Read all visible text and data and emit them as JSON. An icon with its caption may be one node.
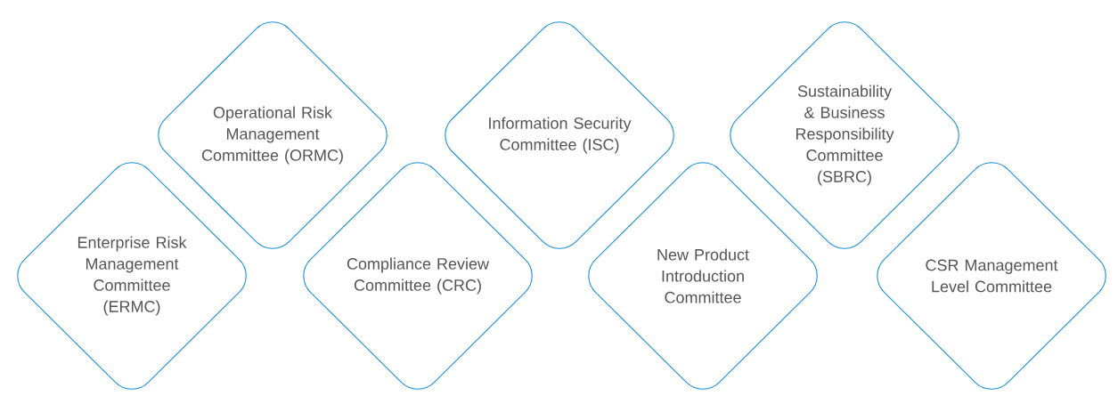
{
  "diagram": {
    "nodes": [
      {
        "text": [
          "Enterprise Risk Management Committee (ERMC)"
        ]
      },
      {
        "text": [
          "Operational Risk Management Committee (ORMC)"
        ]
      },
      {
        "text": [
          "Compliance Review Committee (CRC)"
        ]
      },
      {
        "text": [
          "Information Security Committee (ISC)"
        ]
      },
      {
        "text": [
          "New Product Introduction Committee"
        ]
      },
      {
        "text": [
          "Sustainability & Business Responsibility Committee (SBRC)"
        ]
      },
      {
        "text": [
          "CSR Management Level Committee"
        ]
      }
    ]
  }
}
